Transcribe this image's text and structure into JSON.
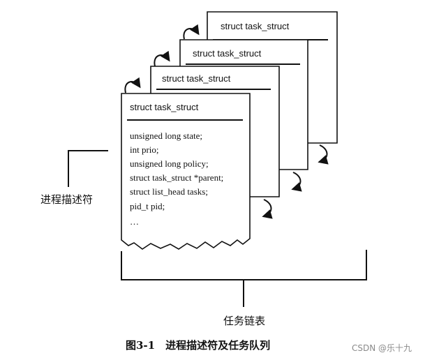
{
  "diagram": {
    "card_headers": [
      "struct task_struct",
      "struct task_struct",
      "struct task_struct",
      "struct task_struct"
    ],
    "fields": [
      "unsigned long state;",
      "int prio;",
      "unsigned long policy;",
      "struct task_struct *parent;",
      "struct list_head tasks;",
      "pid_t pid;",
      "…"
    ],
    "side_label": "进程描述符",
    "bottom_label": "任务链表",
    "caption": "图3-1　进程描述符及任务队列",
    "watermark": "CSDN @乐十九"
  }
}
